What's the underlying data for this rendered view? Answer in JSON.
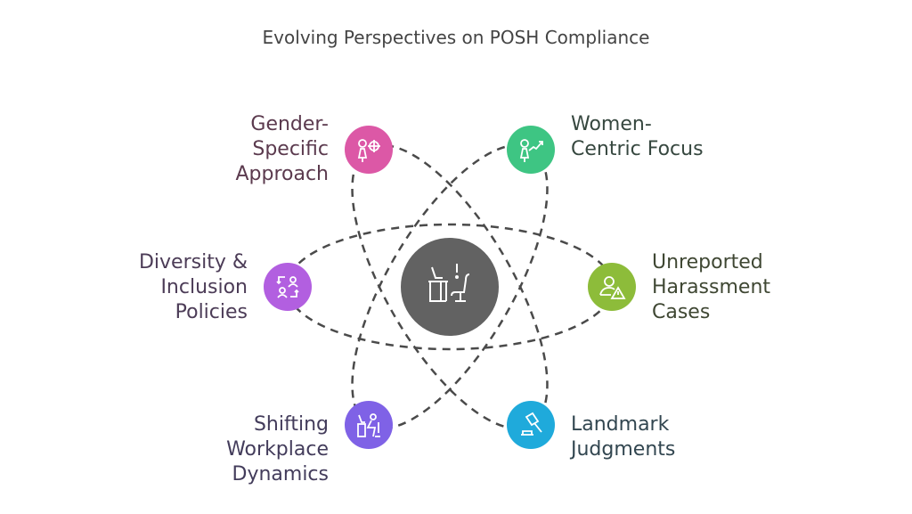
{
  "title": "Evolving Perspectives on POSH Compliance",
  "center": {
    "icon": "workplace-desk-alert-icon",
    "color": "#626262"
  },
  "nodes": [
    {
      "label": "Gender-\nSpecific\nApproach",
      "icon": "woman-target-icon",
      "color": "#DC58A6",
      "text_color": "#5b3a4e"
    },
    {
      "label": "Women-\nCentric Focus",
      "icon": "woman-growth-icon",
      "color": "#3EC583",
      "text_color": "#36473f"
    },
    {
      "label": "Diversity &\nInclusion\nPolicies",
      "icon": "people-exchange-icon",
      "color": "#B25FE0",
      "text_color": "#4c3c57"
    },
    {
      "label": "Unreported\nHarassment\nCases",
      "icon": "person-warning-icon",
      "color": "#8DBC3A",
      "text_color": "#3f4733"
    },
    {
      "label": "Shifting\nWorkplace\nDynamics",
      "icon": "person-at-desk-icon",
      "color": "#7F62E6",
      "text_color": "#433c5b"
    },
    {
      "label": "Landmark\nJudgments",
      "icon": "gavel-icon",
      "color": "#1FAADB",
      "text_color": "#324650"
    }
  ]
}
